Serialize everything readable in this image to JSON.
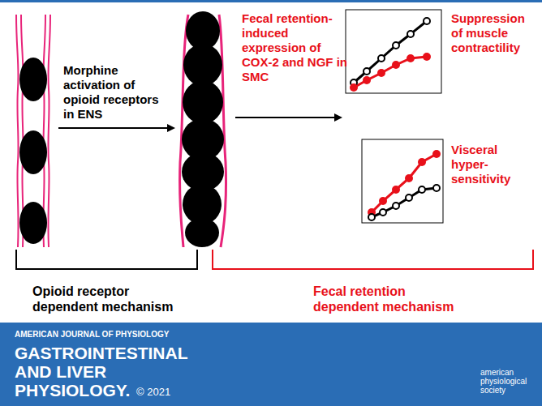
{
  "diagram": {
    "nodes": [
      {
        "text": [
          "AMERICAN JOURNAL OF PHYSIOLOGY",
          "GASTROINTESTINAL AND LIVER PHYSIOLOGY.",
          "© 2021",
          "american physiological society"
        ]
      }
    ],
    "labels": [
      "Morphine activation of opioid receptors in ENS",
      "Fecal retention-induced expression of COX-2 and NGF in SMC",
      "Suppression of muscle contractility",
      "Visceral hyper-sensitivity",
      "Opioid receptor dependent mechanism",
      "Fecal retention dependent mechanism"
    ]
  }
}
